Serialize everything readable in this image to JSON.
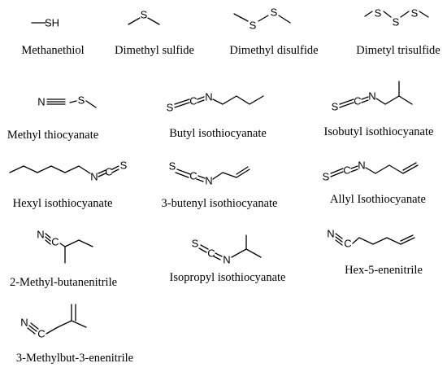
{
  "compounds": [
    {
      "id": "methanethiol",
      "name": "Methanethiol",
      "atoms": [
        "SH"
      ]
    },
    {
      "id": "dimethyl-sulfide",
      "name": "Dimethyl sulfide",
      "atoms": [
        "S"
      ]
    },
    {
      "id": "dimethyl-disulfide",
      "name": "Dimethyl disulfide",
      "atoms": [
        "S",
        "S"
      ]
    },
    {
      "id": "dimetyl-trisulfide",
      "name": "Dimetyl trisulfide",
      "atoms": [
        "S",
        "S",
        "S"
      ]
    },
    {
      "id": "methyl-thiocyanate",
      "name": "Methyl thiocyanate",
      "atoms": [
        "N",
        "S"
      ]
    },
    {
      "id": "butyl-isothiocyanate",
      "name": "Butyl isothiocyanate",
      "atoms": [
        "S",
        "C",
        "N"
      ]
    },
    {
      "id": "isobutyl-isothiocyanate",
      "name": "Isobutyl isothiocyanate",
      "atoms": [
        "S",
        "C",
        "N"
      ]
    },
    {
      "id": "hexyl-isothiocyanate",
      "name": "Hexyl isothiocyanate",
      "atoms": [
        "N",
        "C",
        "S"
      ]
    },
    {
      "id": "3-butenyl-isothiocyanate",
      "name": "3-butenyl isothiocyanate",
      "atoms": [
        "S",
        "C",
        "N"
      ]
    },
    {
      "id": "allyl-isothiocyanate",
      "name": "Allyl Isothiocyanate",
      "atoms": [
        "S",
        "C",
        "N"
      ]
    },
    {
      "id": "2-methyl-butanenitrile",
      "name": "2-Methyl-butanenitrile",
      "atoms": [
        "N",
        "C"
      ]
    },
    {
      "id": "isopropyl-isothiocyanate",
      "name": "Isopropyl isothiocyanate",
      "atoms": [
        "S",
        "C",
        "N"
      ]
    },
    {
      "id": "hex-5-enenitrile",
      "name": "Hex-5-enenitrile",
      "atoms": [
        "N",
        "C"
      ]
    },
    {
      "id": "3-methylbut-3-enenitrile",
      "name": "3-Methylbut-3-enenitrile",
      "atoms": [
        "N",
        "C"
      ]
    }
  ]
}
